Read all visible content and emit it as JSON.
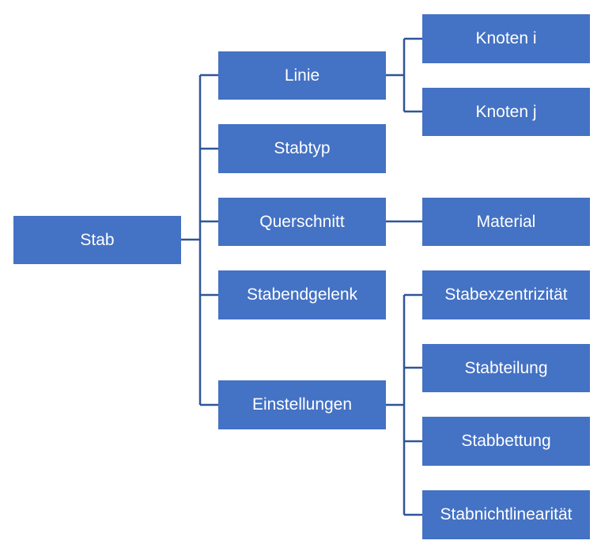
{
  "nodes": {
    "stab": "Stab",
    "linie": "Linie",
    "stabtyp": "Stabtyp",
    "querschnitt": "Querschnitt",
    "stabendgelenk": "Stabendgelenk",
    "einstellungen": "Einstellungen",
    "knoten_i": "Knoten i",
    "knoten_j": "Knoten j",
    "material": "Material",
    "stabexzentrizitaet": "Stabexzentrizität",
    "stabteilung": "Stabteilung",
    "stabbettung": "Stabbettung",
    "stabnichtlinearitaet": "Stabnichtlinearität"
  },
  "edges": [
    [
      "stab",
      "linie"
    ],
    [
      "stab",
      "stabtyp"
    ],
    [
      "stab",
      "querschnitt"
    ],
    [
      "stab",
      "stabendgelenk"
    ],
    [
      "stab",
      "einstellungen"
    ],
    [
      "linie",
      "knoten_i"
    ],
    [
      "linie",
      "knoten_j"
    ],
    [
      "querschnitt",
      "material"
    ],
    [
      "einstellungen",
      "stabexzentrizitaet"
    ],
    [
      "einstellungen",
      "stabteilung"
    ],
    [
      "einstellungen",
      "stabbettung"
    ],
    [
      "einstellungen",
      "stabnichtlinearitaet"
    ]
  ],
  "colors": {
    "node_fill": "#4472c4",
    "node_text": "#ffffff",
    "connector": "#2f5597"
  }
}
